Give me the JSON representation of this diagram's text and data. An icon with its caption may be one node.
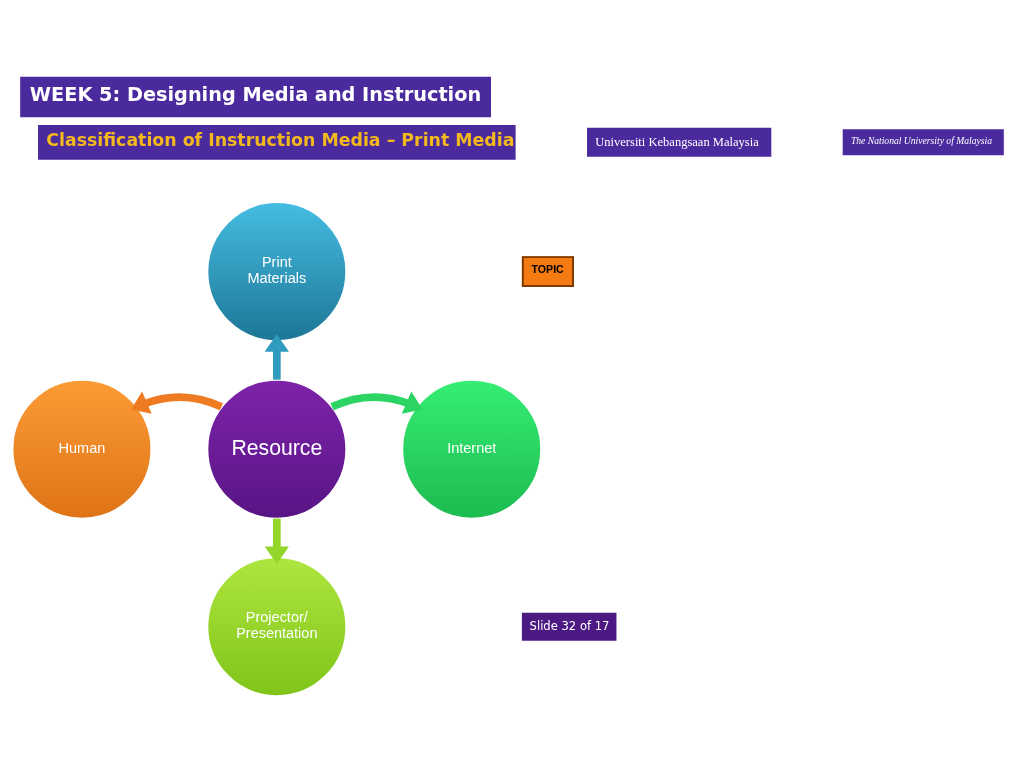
{
  "diagram": {
    "title": "WEEK 5: Designing Media and Instruction",
    "nodes": [
      {
        "text": [
          "Print Materials"
        ]
      },
      {
        "text": [
          "Human"
        ]
      },
      {
        "text": [
          "Resource"
        ]
      },
      {
        "text": [
          "Internet"
        ]
      },
      {
        "text": [
          "Projector/ Presentation"
        ]
      }
    ],
    "edges": [
      {
        "from": 2,
        "to": 0,
        "arrow": "to",
        "color": "#2f9cbf"
      },
      {
        "from": 2,
        "to": 1,
        "arrow": "to",
        "color": "#ee7b22"
      },
      {
        "from": 2,
        "to": 3,
        "arrow": "to",
        "color": "#2bd463"
      },
      {
        "from": 2,
        "to": 4,
        "arrow": "to",
        "color": "#94d62a"
      }
    ],
    "labels": [
      "Classification of Instruction Media – Print Media",
      "Universiti Kebangsaan Malaysia",
      "The National University of Malaysia",
      "TOPIC",
      "Slide 32 of 17"
    ]
  }
}
